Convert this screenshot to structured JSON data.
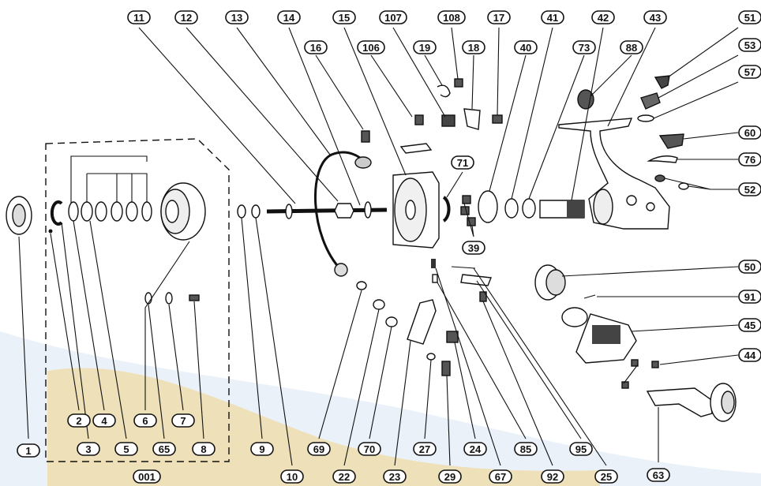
{
  "watermark_colors": [
    "#f3cc6a",
    "#d9e6f2"
  ],
  "parts": [
    {
      "id": "11"
    },
    {
      "id": "12"
    },
    {
      "id": "13"
    },
    {
      "id": "14"
    },
    {
      "id": "15"
    },
    {
      "id": "107"
    },
    {
      "id": "108"
    },
    {
      "id": "17"
    },
    {
      "id": "41"
    },
    {
      "id": "42"
    },
    {
      "id": "43"
    },
    {
      "id": "51"
    },
    {
      "id": "16"
    },
    {
      "id": "106"
    },
    {
      "id": "19"
    },
    {
      "id": "18"
    },
    {
      "id": "40"
    },
    {
      "id": "73"
    },
    {
      "id": "88"
    },
    {
      "id": "53"
    },
    {
      "id": "57"
    },
    {
      "id": "60"
    },
    {
      "id": "76"
    },
    {
      "id": "52"
    },
    {
      "id": "71"
    },
    {
      "id": "39"
    },
    {
      "id": "50"
    },
    {
      "id": "91"
    },
    {
      "id": "45"
    },
    {
      "id": "44"
    },
    {
      "id": "1"
    },
    {
      "id": "2"
    },
    {
      "id": "4"
    },
    {
      "id": "6"
    },
    {
      "id": "7"
    },
    {
      "id": "3"
    },
    {
      "id": "5"
    },
    {
      "id": "65"
    },
    {
      "id": "8"
    },
    {
      "id": "001"
    },
    {
      "id": "9"
    },
    {
      "id": "10"
    },
    {
      "id": "69"
    },
    {
      "id": "22"
    },
    {
      "id": "70"
    },
    {
      "id": "23"
    },
    {
      "id": "27"
    },
    {
      "id": "29"
    },
    {
      "id": "24"
    },
    {
      "id": "67"
    },
    {
      "id": "85"
    },
    {
      "id": "92"
    },
    {
      "id": "95"
    },
    {
      "id": "25"
    },
    {
      "id": "63"
    }
  ]
}
